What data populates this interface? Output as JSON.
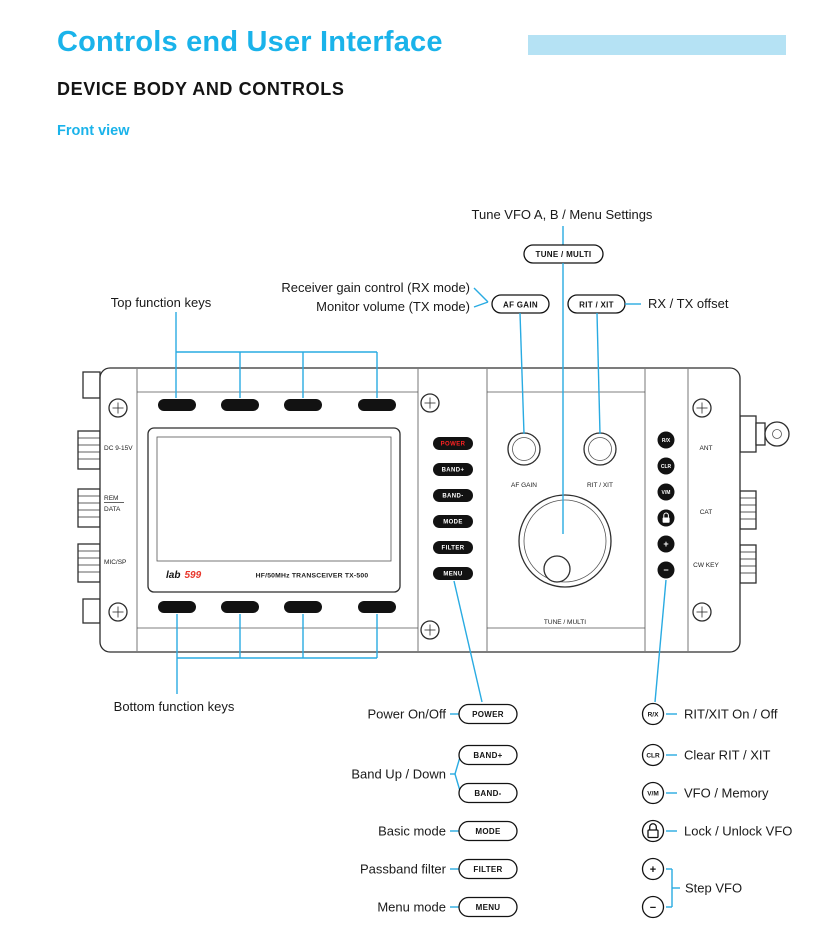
{
  "header": {
    "title": "Controls end User Interface",
    "heading": "DEVICE BODY AND CONTROLS",
    "subheading": "Front view"
  },
  "colors": {
    "accent_cyan": "#1AB3EA",
    "callout_line_blue": "#29ABE2",
    "title_bar_blue": "#B5E2F4",
    "power_button_red": "#FF2222",
    "logo_red": "#E8372C"
  },
  "device": {
    "left_labels": {
      "dc": "DC 9-15V",
      "rem": "REM",
      "data": "DATA",
      "mic": "MIC/SP"
    },
    "right_labels": {
      "ant": "ANT",
      "cat": "CAT",
      "cw": "CW KEY"
    },
    "logo": {
      "lab": "lab",
      "num": "599"
    },
    "screen_caption": "HF/50MHz TRANSCEIVER TX-500",
    "buttons": {
      "power": "POWER",
      "band_up": "BAND+",
      "band_down": "BAND-",
      "mode": "MODE",
      "filter": "FILTER",
      "menu": "MENU"
    },
    "knobs": {
      "af": "AF GAIN",
      "rit": "RIT / XIT",
      "tune": "TUNE / MULTI"
    },
    "side": {
      "rx": "R/X",
      "clr": "CLR",
      "vm": "V/M",
      "plus": "+",
      "minus": "−"
    }
  },
  "callouts": {
    "tune": {
      "label": "Tune VFO A, B / Menu Settings",
      "pill": "TUNE / MULTI"
    },
    "af_gain": {
      "line1": "Receiver gain control (RX mode)",
      "line2": "Monitor volume (TX mode)",
      "pill": "AF GAIN"
    },
    "rit_xit": {
      "pill": "RIT / XIT",
      "label": "RX / TX offset"
    },
    "top_keys": "Top function keys",
    "bottom_keys": "Bottom function keys",
    "left": {
      "power": {
        "label": "Power On/Off",
        "pill": "POWER"
      },
      "band": {
        "label": "Band Up / Down",
        "up": "BAND+",
        "down": "BAND-"
      },
      "mode": {
        "label": "Basic mode",
        "pill": "MODE"
      },
      "filter": {
        "label": "Passband filter",
        "pill": "FILTER"
      },
      "menu": {
        "label": "Menu mode",
        "pill": "MENU"
      }
    },
    "right": {
      "rx": {
        "btn": "R/X",
        "label": "RIT/XIT On / Off"
      },
      "clr": {
        "btn": "CLR",
        "label": "Clear RIT / XIT"
      },
      "vm": {
        "btn": "V/M",
        "label": "VFO / Memory"
      },
      "lock": {
        "label": "Lock / Unlock VFO"
      },
      "plus": {
        "btn": "+"
      },
      "minus": {
        "btn": "−"
      },
      "step": {
        "label": "Step VFO"
      }
    }
  }
}
